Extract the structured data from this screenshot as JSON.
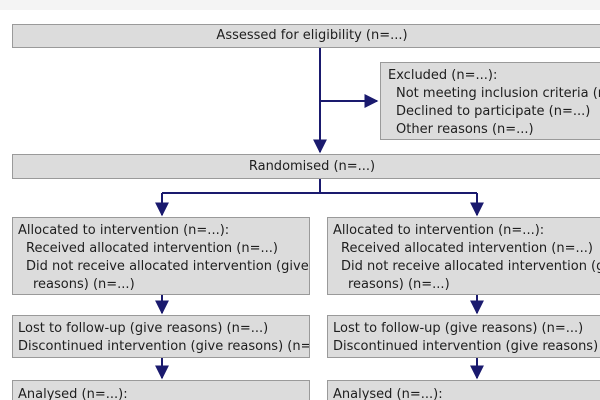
{
  "colors": {
    "box_fill": "#dcdcdc",
    "box_border": "#9a9a9a",
    "arrow": "#1a1a6e",
    "text": "#1e1e1e"
  },
  "assessed": {
    "text": "Assessed for eligibility (n=...)"
  },
  "excluded": {
    "title": "Excluded (n=...):",
    "items": [
      "Not meeting inclusion criteria (n=...)",
      "Declined to participate (n=...)",
      "Other reasons (n=...)"
    ]
  },
  "randomised": {
    "text": "Randomised (n=...)"
  },
  "allocation": {
    "left": {
      "title": "Allocated to intervention (n=...):",
      "received": "Received allocated intervention (n=...)",
      "not_received_1": "Did not receive allocated intervention (give",
      "not_received_2": "reasons) (n=...)"
    },
    "right": {
      "title": "Allocated to intervention (n=...):",
      "received": "Received allocated intervention (n=...)",
      "not_received_1": "Did not receive allocated intervention (give",
      "not_received_2": "reasons) (n=...)"
    }
  },
  "follow_up": {
    "left": {
      "lost": "Lost to follow-up (give reasons) (n=...)",
      "discontinued": "Discontinued intervention (give reasons) (n=...)"
    },
    "right": {
      "lost": "Lost to follow-up (give reasons) (n=...)",
      "discontinued": "Discontinued intervention (give reasons) (n=...)"
    }
  },
  "analysis": {
    "left": {
      "title": "Analysed (n=...):"
    },
    "right": {
      "title": "Analysed (n=...):"
    }
  }
}
